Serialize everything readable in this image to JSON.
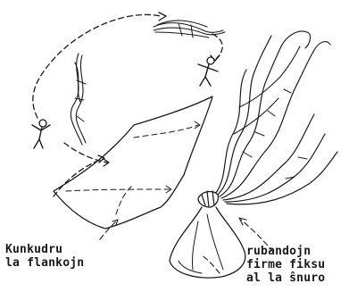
{
  "labels": {
    "left": [
      "Kunkudru",
      "la flankojn"
    ],
    "right": [
      "rubandojn",
      "firme fiksu",
      "al la ŝnuro"
    ]
  }
}
